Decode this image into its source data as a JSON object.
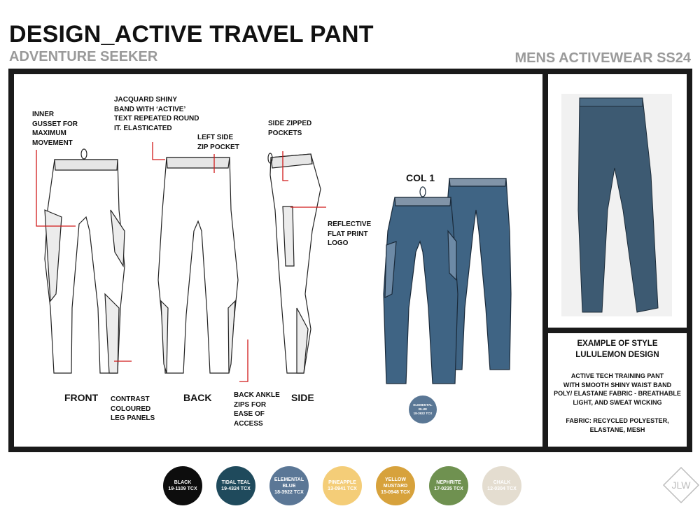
{
  "header": {
    "title": "DESIGN_ACTIVE TRAVEL PANT",
    "subtitle": "ADVENTURE SEEKER",
    "season": "MENS ACTIVEWEAR SS24"
  },
  "callouts": {
    "gusset": [
      "INNER",
      "GUSSET FOR",
      "MAXIMUM",
      "MOVEMENT"
    ],
    "jacquard": [
      "JACQUARD SHINY",
      "BAND WITH ‘ACTIVE’",
      "TEXT REPEATED ROUND",
      "IT. ELASTICATED"
    ],
    "left_zip": [
      "LEFT SIDE",
      "ZIP POCKET"
    ],
    "side_zip": [
      "SIDE ZIPPED",
      "POCKETS"
    ],
    "reflective": [
      "REFLECTIVE",
      "FLAT PRINT",
      "LOGO"
    ],
    "contrast": [
      "CONTRAST",
      "COLOURED",
      "LEG PANELS"
    ],
    "ankle": [
      "BACK ANKLE",
      "ZIPS FOR",
      "EASE OF",
      "ACCESS"
    ]
  },
  "views": {
    "front": "FRONT",
    "back": "BACK",
    "side": "SIDE"
  },
  "colourway": {
    "label": "COL 1",
    "swatch_name": "ELEMENTAL BLUE",
    "swatch_code": "18-3922 TCX",
    "color": "#3f6484"
  },
  "example": {
    "title_line1": "EXAMPLE OF STYLE",
    "title_line2": "LULULEMON DESIGN",
    "desc": [
      "ACTIVE TECH TRAINING PANT",
      "WITH SMOOTH SHINY WAIST BAND",
      "POLY/ ELASTANE FABRIC - BREATHABLE",
      "LIGHT, AND SWEAT WICKING"
    ],
    "fabric": [
      "FABRIC: RECYCLED POLYESTER,",
      "ELASTANE, MESH"
    ]
  },
  "palette": [
    {
      "name": "BLACK",
      "code": "19-1109 TCX",
      "color": "#0d0d0d",
      "text_color": "#ffffff"
    },
    {
      "name": "TIDAL TEAL",
      "code": "19-4324 TCX",
      "color": "#1f4a5c",
      "text_color": "#ffffff"
    },
    {
      "name": "ELEMENTAL BLUE",
      "code": "18-3922 TCX",
      "color": "#5b7796",
      "text_color": "#ffffff"
    },
    {
      "name": "PINEAPPLE",
      "code": "13-0941 TCX",
      "color": "#f4cd78",
      "text_color": "#ffffff"
    },
    {
      "name": "YELLOW\nMUSTARD",
      "code": "15-0948 TCX",
      "color": "#d7a23c",
      "text_color": "#ffffff"
    },
    {
      "name": "NEPHRITE",
      "code": "17-0235 TCX",
      "color": "#6f9150",
      "text_color": "#ffffff"
    },
    {
      "name": "CHALK",
      "code": "12-0304 TCX",
      "color": "#e4ddd0",
      "text_color": "#ffffff"
    }
  ],
  "brand": {
    "logo_text": "JLW",
    "logo_icon": "diamond-monogram-icon"
  },
  "accent": "#d11a1a"
}
